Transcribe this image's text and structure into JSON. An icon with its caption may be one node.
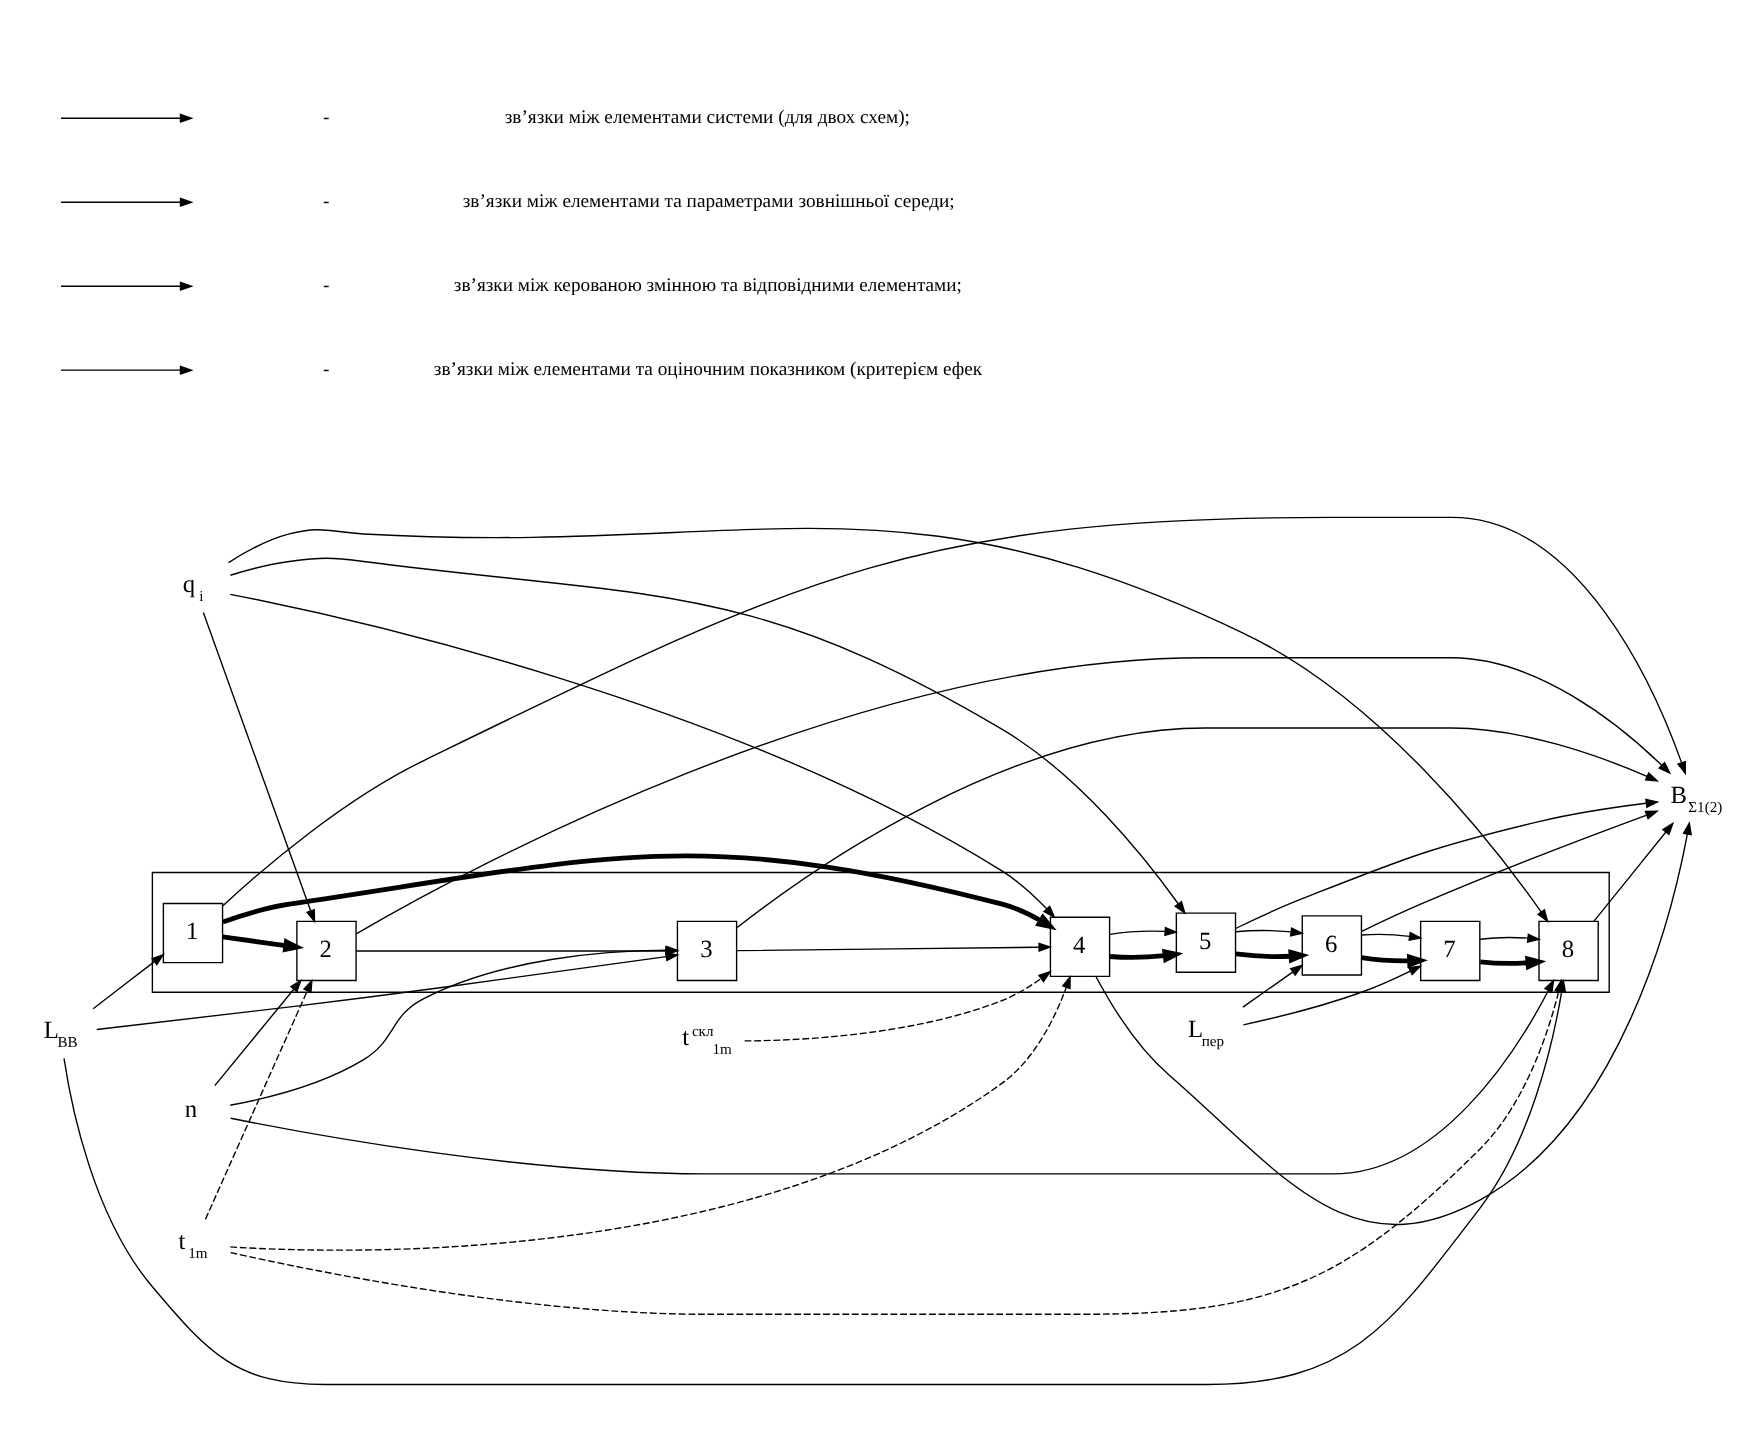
{
  "diagram": {
    "nodes": [
      {
        "text": [
          "n"
        ]
      },
      {
        "text": [
          "q$_{i}$"
        ]
      },
      {
        "text": [
          "L$_{BB}$"
        ]
      },
      {
        "text": [
          "L$_{пер}$"
        ]
      },
      {
        "text": [],
        "shape": "box"
      },
      {
        "text": [
          "1"
        ],
        "in": 4
      },
      {
        "text": [
          "2"
        ],
        "in": 4
      },
      {
        "text": [
          "3"
        ],
        "in": 4
      },
      {
        "text": [
          "4"
        ],
        "in": 4
      },
      {
        "text": [
          "5"
        ],
        "in": 4
      },
      {
        "text": [
          "6"
        ],
        "in": 4
      },
      {
        "text": [
          "7"
        ],
        "in": 4
      },
      {
        "text": [
          "8"
        ],
        "in": 4
      },
      {
        "text": [
          "B$_{Σ1(2)}$"
        ]
      },
      {
        "text": [
          "t$_{1m}$"
        ]
      },
      {
        "text": [
          "t$^{скл}$$_{1m}$"
        ]
      }
    ],
    "edges": [
      {
        "from": 0,
        "to": 6,
        "arrow": "to"
      },
      {
        "from": 0,
        "to": 7,
        "arrow": "to"
      },
      {
        "from": 0,
        "to": 12,
        "arrow": "to"
      },
      {
        "from": 1,
        "to": 6,
        "arrow": "to"
      },
      {
        "from": 1,
        "to": 12,
        "arrow": "to"
      },
      {
        "from": 1,
        "to": 8,
        "arrow": "to"
      },
      {
        "from": 1,
        "to": 9,
        "arrow": "to"
      },
      {
        "from": 2,
        "to": 5,
        "arrow": "to"
      },
      {
        "from": 2,
        "to": 7,
        "arrow": "to"
      },
      {
        "from": 2,
        "to": 12,
        "arrow": "to"
      },
      {
        "from": 3,
        "to": 10,
        "arrow": "to"
      },
      {
        "from": 3,
        "to": 11,
        "arrow": "to"
      },
      {
        "from": 14,
        "to": 8,
        "arrow": "to",
        "style": "dashed"
      },
      {
        "from": 14,
        "to": 6,
        "arrow": "to",
        "style": "dashed"
      },
      {
        "from": 14,
        "to": 12,
        "arrow": "to",
        "style": "dashed"
      },
      {
        "from": 15,
        "to": 8,
        "arrow": "to",
        "style": "dashed"
      },
      {
        "from": 5,
        "to": 6,
        "arrow": "to",
        "style": "thick"
      },
      {
        "from": 5,
        "to": 8,
        "arrow": "to",
        "style": "thick"
      },
      {
        "from": 5,
        "to": 13,
        "arrow": "to"
      },
      {
        "from": 6,
        "to": 7,
        "arrow": "to"
      },
      {
        "from": 6,
        "to": 13,
        "arrow": "to"
      },
      {
        "from": 7,
        "to": 8,
        "arrow": "to"
      },
      {
        "from": 7,
        "to": 13,
        "arrow": "to"
      },
      {
        "from": 8,
        "to": 9,
        "arrow": "to",
        "style": "thick"
      },
      {
        "from": 8,
        "to": 9,
        "arrow": "to"
      },
      {
        "from": 8,
        "to": 13,
        "arrow": "to"
      },
      {
        "from": 9,
        "to": 10,
        "arrow": "to",
        "style": "thick"
      },
      {
        "from": 9,
        "to": 10,
        "arrow": "to"
      },
      {
        "from": 9,
        "to": 13,
        "arrow": "to"
      },
      {
        "from": 10,
        "to": 11,
        "arrow": "to",
        "style": "thick"
      },
      {
        "from": 10,
        "to": 11,
        "arrow": "to"
      },
      {
        "from": 10,
        "to": 13,
        "arrow": "to"
      },
      {
        "from": 11,
        "to": 12,
        "arrow": "to",
        "style": "thick"
      },
      {
        "from": 11,
        "to": 12,
        "arrow": "to"
      },
      {
        "from": 12,
        "to": 13,
        "arrow": "to"
      }
    ],
    "labels": [
      "-",
      "-",
      "-",
      "-"
    ],
    "legend": [
      {
        "text": "зв’язки між елементами системи (для двох схем);"
      },
      {
        "text": "зв’язки між елементами та параметрами зовнішньої середи;"
      },
      {
        "text": "зв’язки між керованою змінною та відповідними елементами;"
      },
      {
        "text": "зв’язки між елементами та оціночним показником (критерієм ефек"
      }
    ]
  }
}
